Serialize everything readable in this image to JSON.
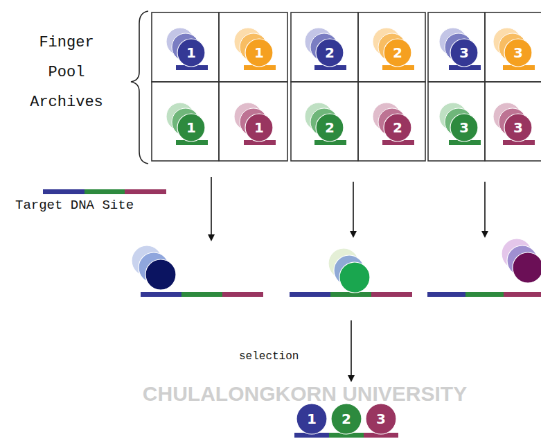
{
  "diagram": {
    "nodes": [
      {
        "text": [
          "1"
        ]
      },
      {
        "text": [
          "1"
        ]
      },
      {
        "text": [
          "1"
        ]
      },
      {
        "text": [
          "1"
        ]
      },
      {
        "text": [
          "2"
        ]
      },
      {
        "text": [
          "2"
        ]
      },
      {
        "text": [
          "2"
        ]
      },
      {
        "text": [
          "2"
        ]
      },
      {
        "text": [
          "3"
        ]
      },
      {
        "text": [
          "3"
        ]
      },
      {
        "text": [
          "3"
        ]
      },
      {
        "text": [
          "3"
        ]
      },
      {
        "text": [
          "1"
        ]
      },
      {
        "text": [
          "2"
        ]
      },
      {
        "text": [
          "3"
        ]
      }
    ],
    "labels": [
      "Finger Pool Archives",
      "Target DNA Site",
      "selection",
      "CHULALONGKORN UNIVERSITY"
    ]
  }
}
